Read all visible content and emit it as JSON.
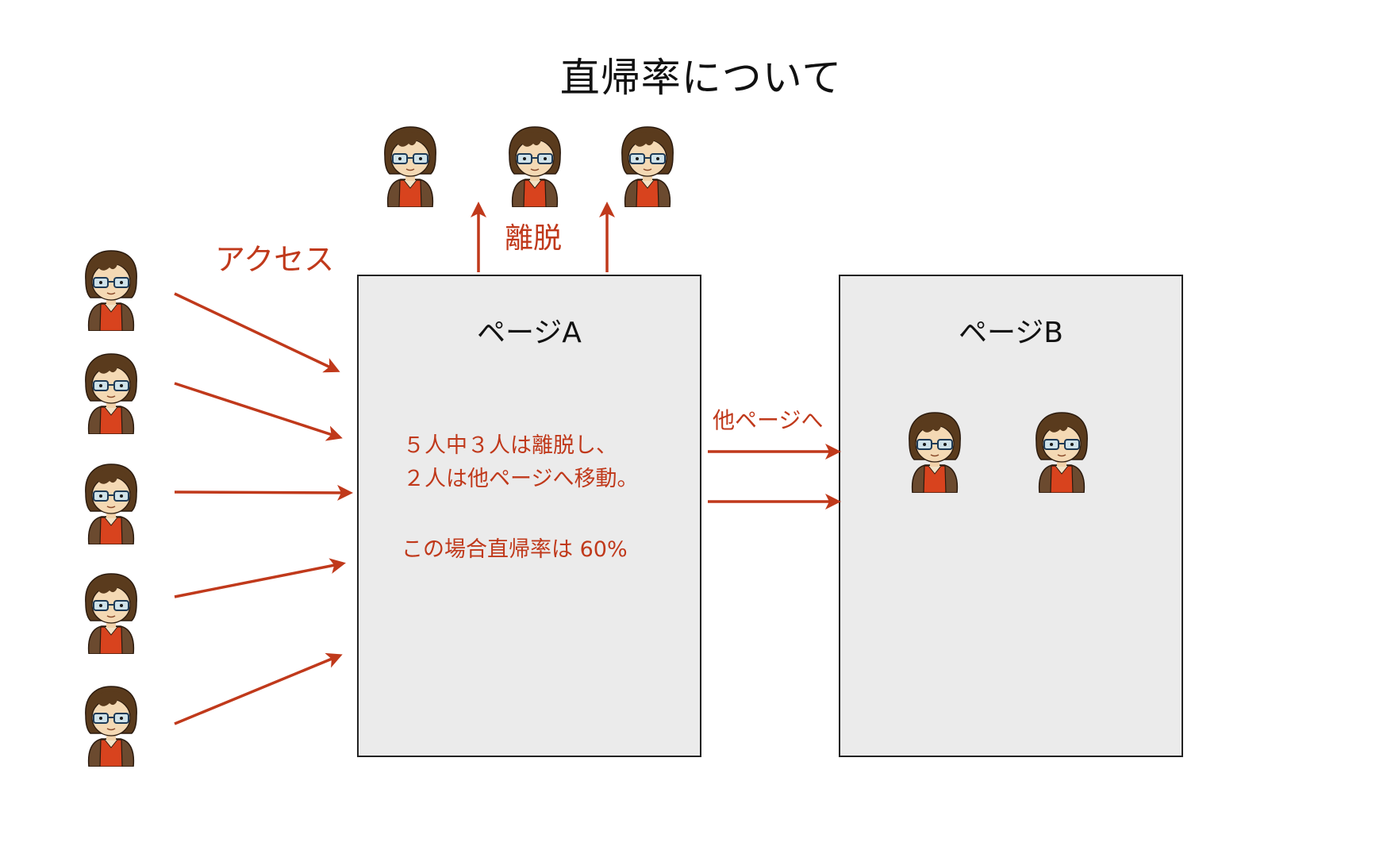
{
  "title": "直帰率について",
  "labels": {
    "access": "アクセス",
    "bounce": "離脱",
    "to_other_page": "他ページへ"
  },
  "page_a": {
    "title": "ページA",
    "description_lines": [
      "５人中３人は離脱し、",
      "２人は他ページへ移動。"
    ],
    "conclusion": "この場合直帰率は 60%"
  },
  "page_b": {
    "title": "ページB"
  },
  "colors": {
    "accent": "#c0391b",
    "box_fill": "#ebebeb",
    "border": "#222222"
  },
  "people": {
    "incoming": 5,
    "bounced": 3,
    "moved_to_page_b": 2
  }
}
